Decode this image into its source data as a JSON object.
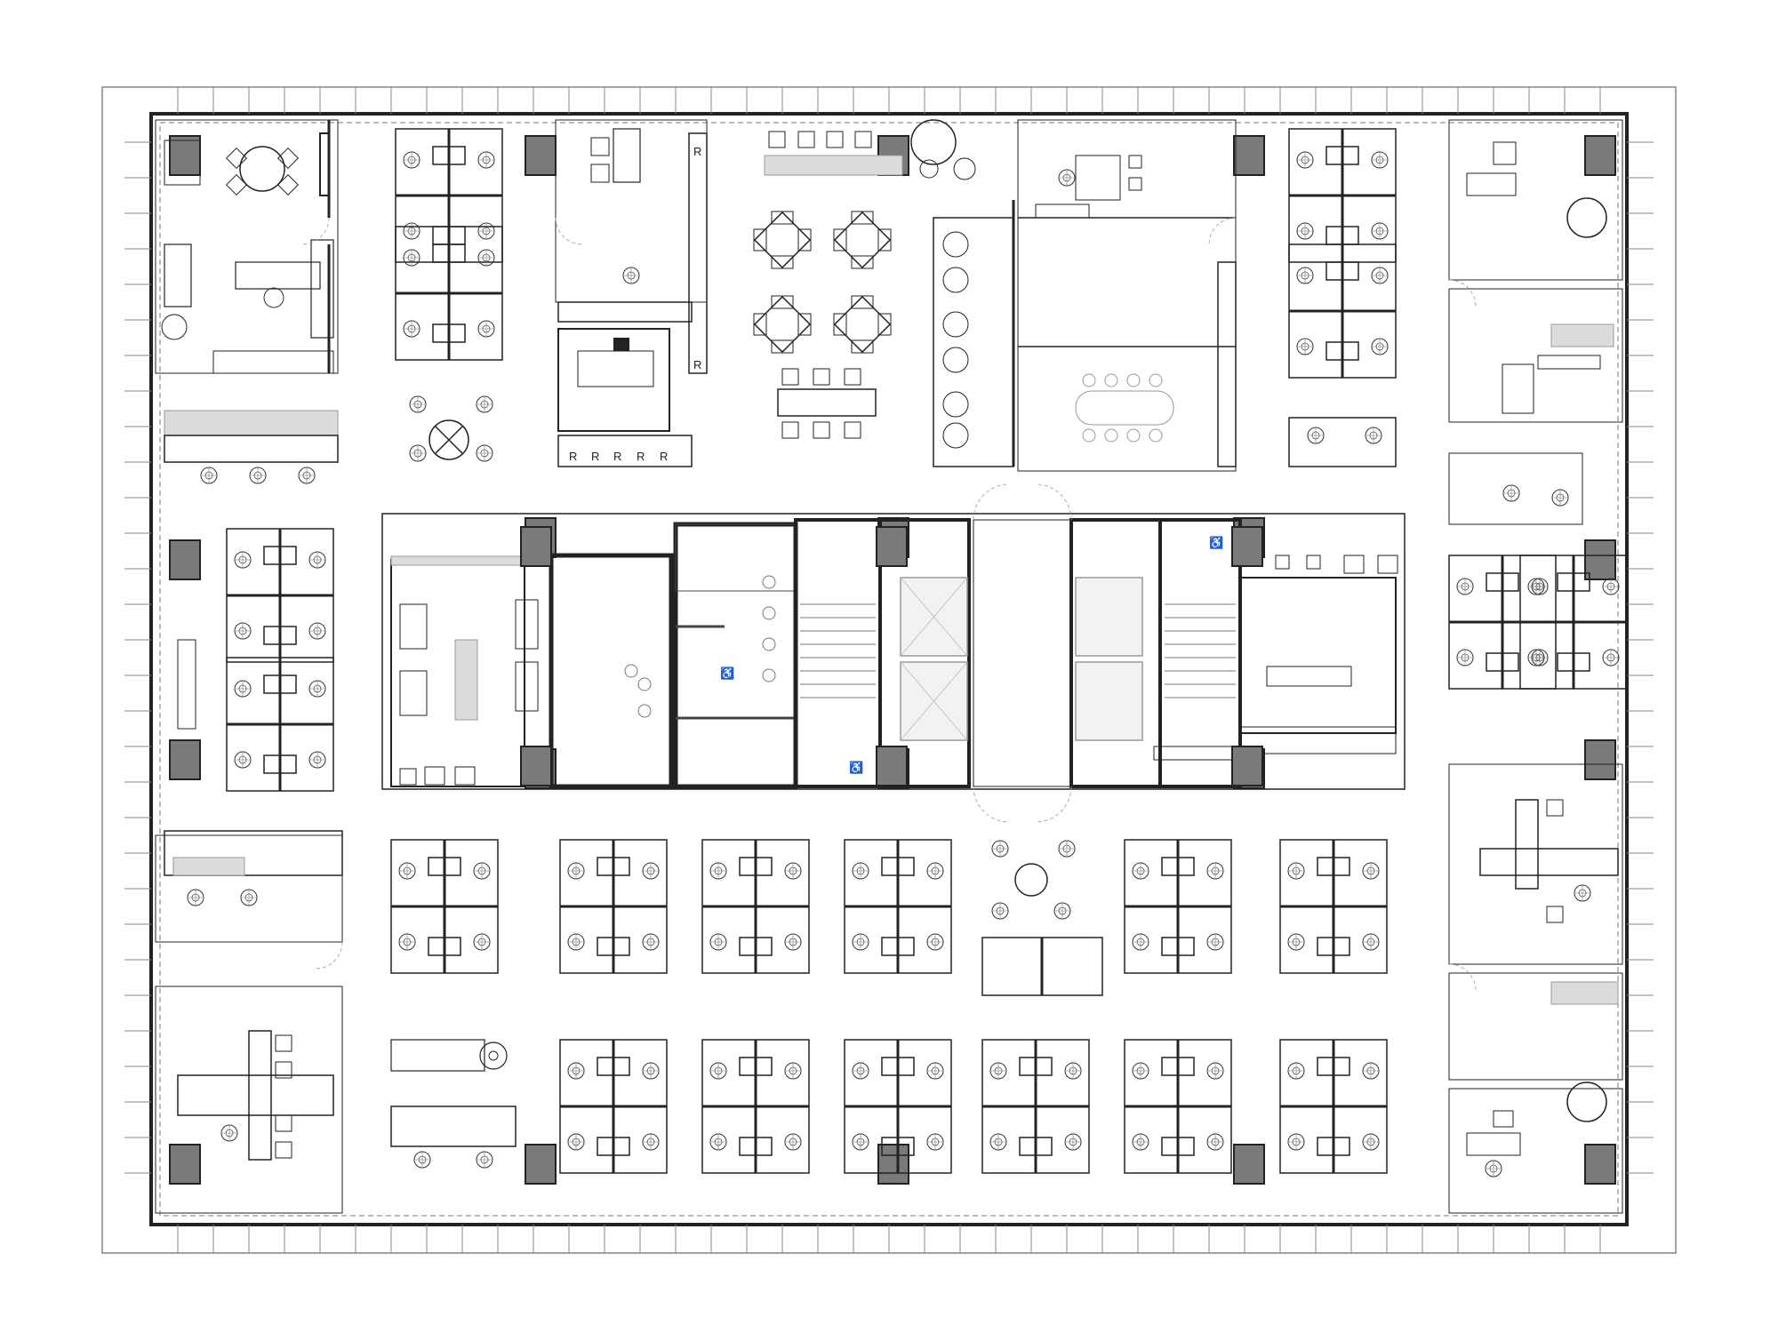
{
  "plan": {
    "fridge_labels": [
      "R",
      "R",
      "R",
      "R",
      "R"
    ],
    "pantry_labels": [
      "R",
      "R"
    ],
    "accessibility_symbol": "♿",
    "colors": {
      "line": "#222222",
      "column_fill": "#7a7a7a",
      "core_fill": "#f2f2f2",
      "light_fill": "#dcdcdc"
    }
  }
}
